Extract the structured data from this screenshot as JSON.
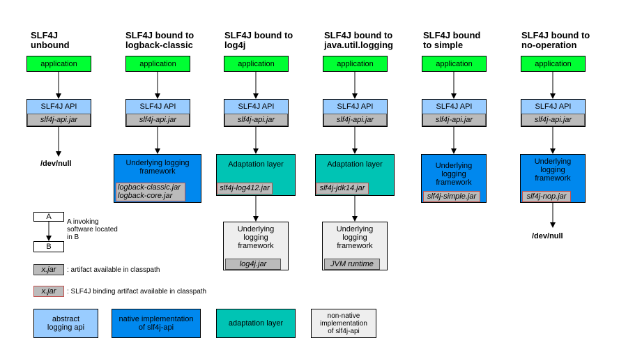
{
  "columns": [
    {
      "title": "SLF4J\nunbound",
      "app": "application",
      "api": "SLF4J API",
      "api_jar": "slf4j-api.jar",
      "end": "/dev/null"
    },
    {
      "title": "SLF4J bound to\nlogback-classic",
      "app": "application",
      "api": "SLF4J API",
      "api_jar": "slf4j-api.jar",
      "impl": "Underlying logging\nframework",
      "impl_jar": "logback-classic.jar\nlogback-core.jar"
    },
    {
      "title": "SLF4J bound to\nlog4j",
      "app": "application",
      "api": "SLF4J API",
      "api_jar": "slf4j-api.jar",
      "adapter": "Adaptation layer",
      "adapter_jar": "slf4j-log412.jar",
      "impl": "Underlying\nlogging\nframework",
      "impl_jar": "log4j.jar"
    },
    {
      "title": "SLF4J bound to\njava.util.logging",
      "app": "application",
      "api": "SLF4J API",
      "api_jar": "slf4j-api.jar",
      "adapter": "Adaptation layer",
      "adapter_jar": "slf4j-jdk14.jar",
      "impl": "Underlying\nlogging\nframework",
      "impl_jar": "JVM runtime"
    },
    {
      "title": "SLF4J bound\nto simple",
      "app": "application",
      "api": "SLF4J API",
      "api_jar": "slf4j-api.jar",
      "impl": "Underlying\nlogging\nframework",
      "impl_jar": "slf4j-simple.jar"
    },
    {
      "title": "SLF4J bound to\nno-operation",
      "app": "application",
      "api": "SLF4J API",
      "api_jar": "slf4j-api.jar",
      "impl": "Underlying\nlogging\nframework",
      "impl_jar": "slf4j-nop.jar",
      "end": "/dev/null"
    }
  ],
  "legend": {
    "a_label": "A",
    "b_label": "B",
    "invoke_text": "A invoking\nsoftware located\nin B",
    "jar_sample": "x.jar",
    "jar_text": ": artifact available in classpath",
    "bind_sample": "x.jar",
    "bind_text": ": SLF4J binding artifact available in classpath",
    "keys": [
      {
        "label": "abstract\nlogging api",
        "color": "#99ccff"
      },
      {
        "label": "native implementation\nof slf4j-api",
        "color": "#0088ee"
      },
      {
        "label": "adaptation layer",
        "color": "#00c4b4"
      },
      {
        "label": "non-native\nimplementation\nof slf4j-api",
        "color": "#eeeeee"
      }
    ]
  },
  "colors": {
    "application": "#00ff33",
    "api": "#99ccff",
    "native": "#0088ee",
    "adapter": "#00c4b4",
    "nonnative": "#eeeeee",
    "jar": "#bbbbbb",
    "binding_border": "#c0504d"
  }
}
